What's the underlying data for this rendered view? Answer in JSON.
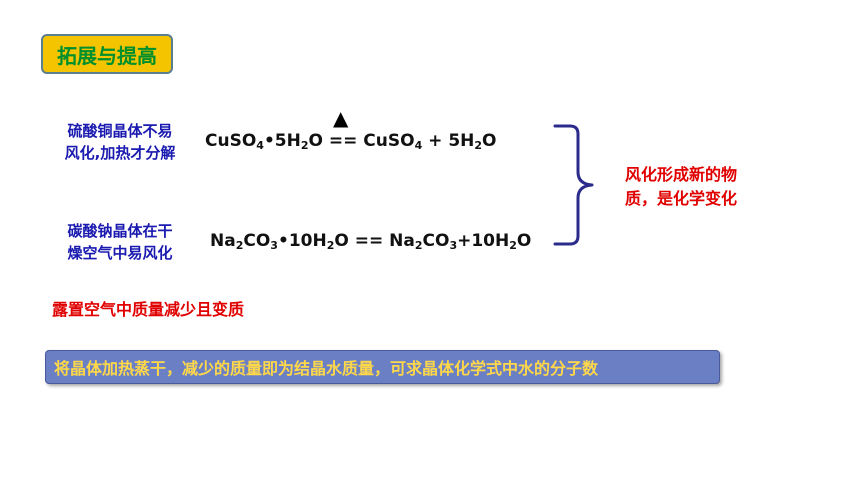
{
  "title": "拓展与提高",
  "heat_symbol": "▲",
  "row1": {
    "note_line1": "硫酸铜晶体不易",
    "note_line2": "风化,加热才分解",
    "eq": {
      "a": "CuSO",
      "a_sub": "4",
      "b": "•5H",
      "b_sub": "2",
      "c": "O == CuSO",
      "c_sub": "4",
      "d": " + 5H",
      "d_sub": "2",
      "e": "O"
    }
  },
  "row2": {
    "note_line1": "碳酸钠晶体在干",
    "note_line2": "燥空气中易风化",
    "eq": {
      "a": "Na",
      "a_sub": "2",
      "b": "CO",
      "b_sub": "3",
      "c": "•10H",
      "c_sub": "2",
      "d": "O == Na",
      "d_sub": "2",
      "e": "CO",
      "e_sub": "3",
      "f": "+10H",
      "f_sub": "2",
      "g": "O"
    }
  },
  "conclusion_line1": "风化形成新的物",
  "conclusion_line2": "质，是化学变化",
  "exposure_note": "露置空气中质量减少且变质",
  "banner_text": "将晶体加热蒸干，减少的质量即为结晶水质量，可求晶体化学式中水的分子数",
  "colors": {
    "badge_bg": "#f5c400",
    "badge_text": "#008f2d",
    "note_blue": "#1a1ab0",
    "red": "#e00000",
    "brace": "#2b2b8c",
    "banner_bg": "#6b7fc4",
    "banner_text": "#ffd84a"
  }
}
